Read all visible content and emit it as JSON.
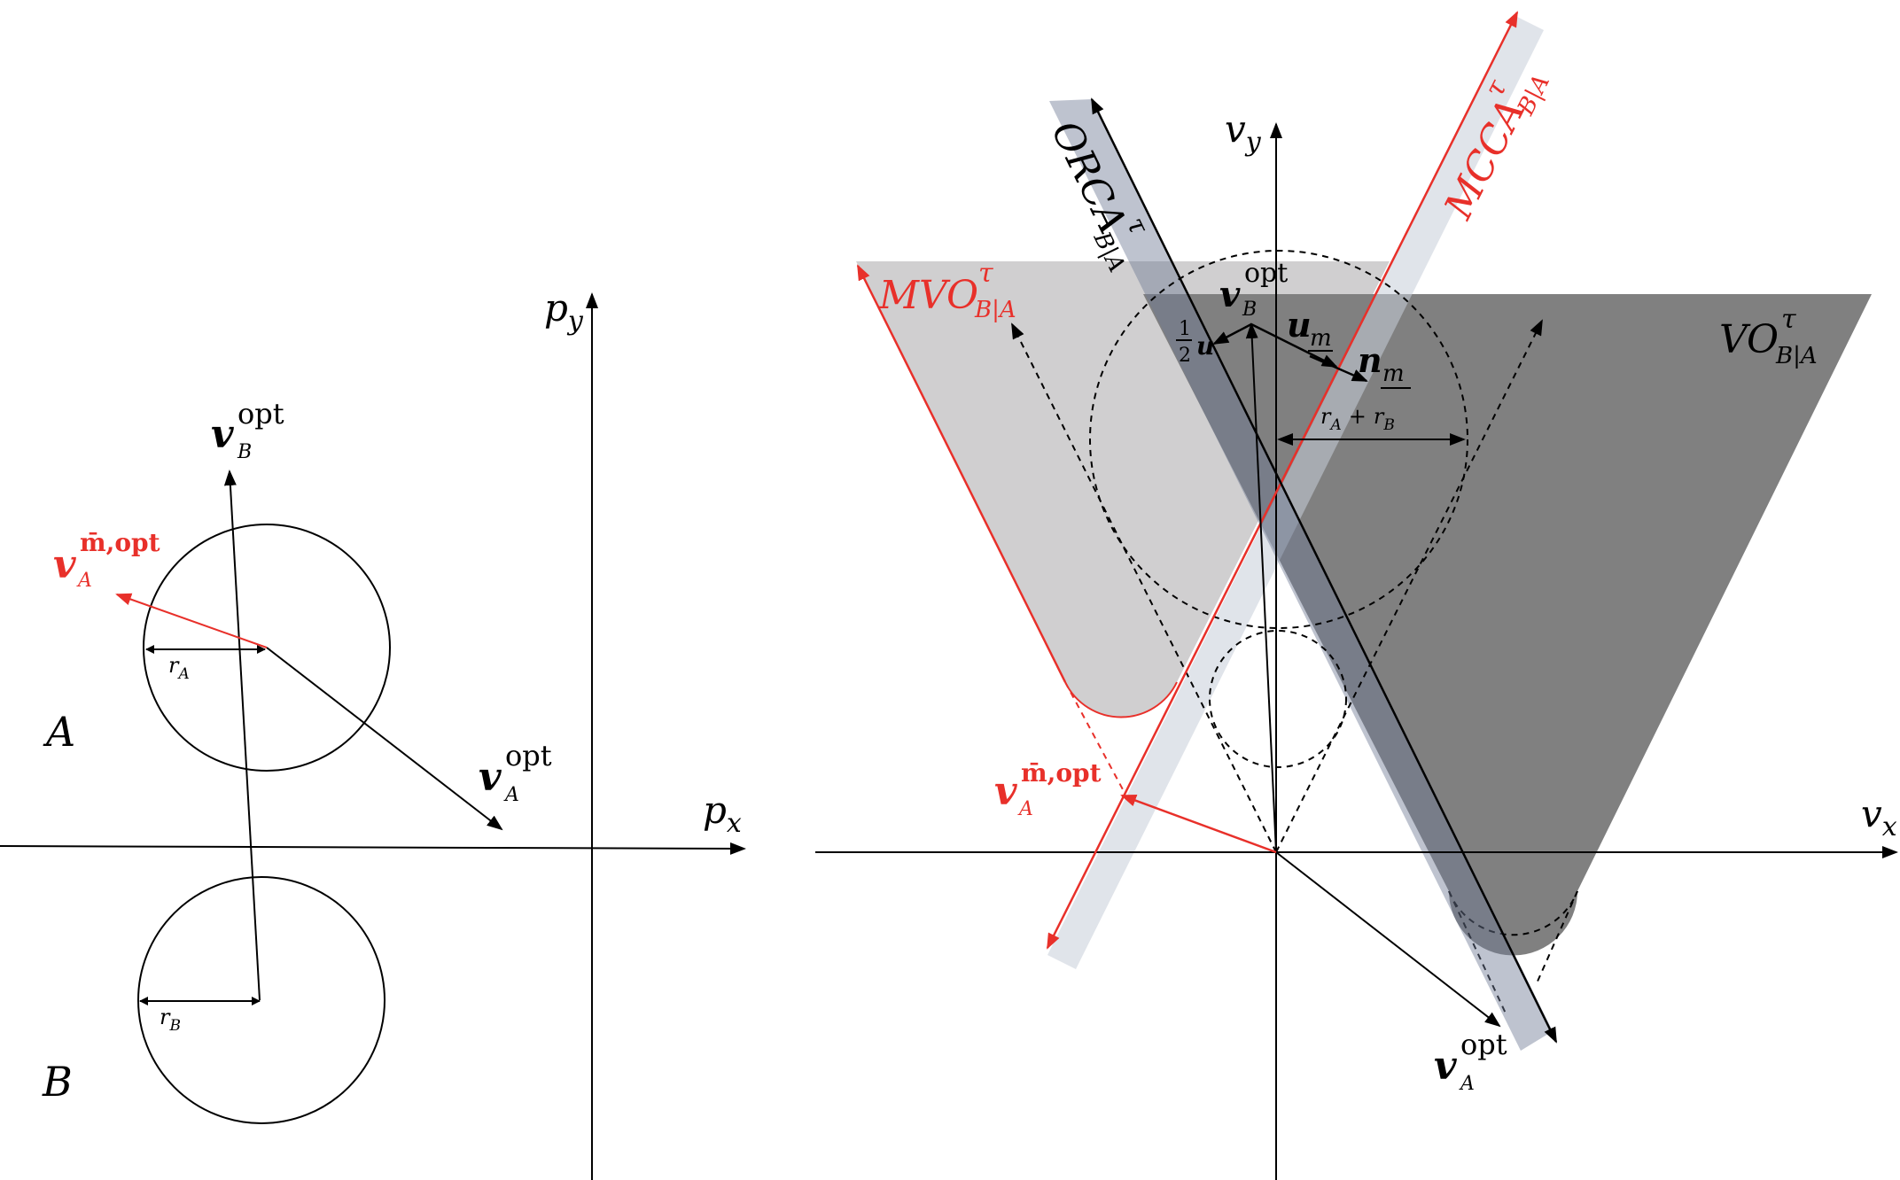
{
  "colors": {
    "black": "#000000",
    "red": "#e8302a",
    "vo_fill": "#808080",
    "mvo_fill": "#d0cfd0",
    "orca_band": "#6f7a94",
    "mcca_band": "#c7cdd9"
  },
  "left_panel": {
    "axis_x": {
      "main": "p",
      "sub": "x"
    },
    "axis_y": {
      "main": "p",
      "sub": "y"
    },
    "agent_a": "A",
    "agent_b": "B",
    "radius_a": {
      "main": "r",
      "sub": "A"
    },
    "radius_b": {
      "main": "r",
      "sub": "B"
    },
    "v_b_opt": {
      "main": "v",
      "sup": "opt",
      "sub": "B"
    },
    "v_a_opt": {
      "main": "v",
      "sup": "opt",
      "sub": "A"
    },
    "v_a_mopt": {
      "main": "v",
      "sup": "m̄,opt",
      "sub": "A"
    }
  },
  "right_panel": {
    "axis_x": {
      "main": "v",
      "sub": "x"
    },
    "axis_y": {
      "main": "v",
      "sub": "y"
    },
    "vo_label": {
      "main": "VO",
      "sup": "τ",
      "sub": "B|A"
    },
    "mvo_label": {
      "main": "MVO",
      "sup": "τ",
      "sub": "B|A"
    },
    "orca_label": {
      "main": "ORCA",
      "sup": "τ",
      "sub": "B|A"
    },
    "mcca_label": {
      "main": "MCCA",
      "sup": "τ",
      "sub": "B|A"
    },
    "v_b_opt": {
      "main": "v",
      "sup": "opt",
      "sub": "B"
    },
    "v_a_opt": {
      "main": "v",
      "sup": "opt",
      "sub": "A"
    },
    "v_a_mopt": {
      "main": "v",
      "sup": "m̄,opt",
      "sub": "A"
    },
    "u_m": {
      "main": "u",
      "sub": "m"
    },
    "n_m": {
      "main": "n",
      "sub": "m"
    },
    "half_u": {
      "num": "1",
      "den": "2",
      "main": "u"
    },
    "radius_sum": {
      "r1": "r",
      "s1": "A",
      "plus": "+",
      "r2": "r",
      "s2": "B"
    }
  }
}
